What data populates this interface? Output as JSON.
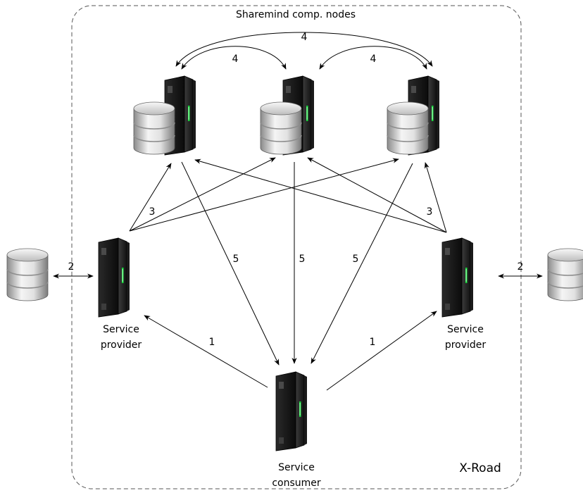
{
  "diagram": {
    "boundary_label": "Sharemind comp. nodes",
    "zone_label": "X-Road",
    "left_provider": {
      "line1": "Service",
      "line2": "provider"
    },
    "right_provider": {
      "line1": "Service",
      "line2": "provider"
    },
    "consumer": {
      "line1": "Service",
      "line2": "consumer"
    },
    "arrow_labels": {
      "nodes_outer": "4",
      "nodes_left": "4",
      "nodes_right": "4",
      "provider_left_to_nodes": "3",
      "provider_right_to_nodes": "3",
      "left_db_link": "2",
      "right_db_link": "2",
      "consumer_to_left_provider": "1",
      "consumer_to_right_provider": "1",
      "node1_to_consumer": "5",
      "node2_to_consumer": "5",
      "node3_to_consumer": "5"
    }
  }
}
